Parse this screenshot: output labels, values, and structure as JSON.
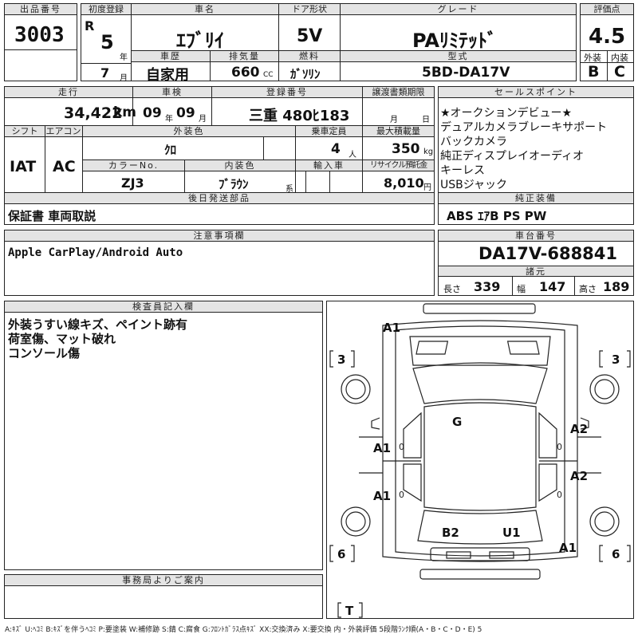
{
  "headers": {
    "lot_no": "出品番号",
    "first_reg": "初度登録",
    "car_name": "車名",
    "door_type": "ドア形状",
    "grade": "グレード",
    "score": "評価点",
    "history": "車歴",
    "displacement": "排気量",
    "fuel": "燃料",
    "model": "型式",
    "exterior": "外装",
    "interior": "内装",
    "mileage": "走行",
    "inspection": "車検",
    "reg_no": "登録番号",
    "transfer": "譲渡書類期限",
    "sales_points": "セールスポイント",
    "shift": "シフト",
    "aircon": "エアコン",
    "ext_color": "外装色",
    "capacity": "乗車定員",
    "max_load": "最大積載量",
    "color_no": "カラーNo.",
    "int_color": "内装色",
    "import": "輸入車",
    "recycle": "リサイクル預託金",
    "later_parts": "後日発送部品",
    "genuine_equipment": "純正装備",
    "notes": "注意事項欄",
    "chassis_no": "車台番号",
    "dimensions": "諸元",
    "inspector": "検査員記入欄",
    "office": "事務局よりご案内"
  },
  "car": {
    "lot_no": "3003",
    "era": "R",
    "year": "5",
    "year_unit": "年",
    "month": "7",
    "month_unit": "月",
    "name": "ｴﾌﾞﾘｲ",
    "doors": "5V",
    "grade": "PAﾘﾐﾃｯﾄﾞ",
    "score": "4.5",
    "history": "自家用",
    "displacement": "660",
    "cc": "CC",
    "fuel": "ｶﾞｿﾘﾝ",
    "model": "5BD-DA17V",
    "exterior_grade": "B",
    "interior_grade": "C",
    "mileage": "34,422",
    "mileage_unit": "km",
    "inspection_year": "09",
    "inspection_year_unit": "年",
    "inspection_month": "09",
    "inspection_month_unit": "月",
    "registration": "三重 480ﾋ183",
    "transfer_month": "月",
    "transfer_day": "日",
    "shift": "IAT",
    "aircon": "AC",
    "ext_color": "ｸﾛ",
    "capacity": "4",
    "capacity_unit": "人",
    "max_load": "350",
    "max_load_unit": "kg",
    "color_no": "ZJ3",
    "int_color": "ﾌﾞﾗｳﾝ",
    "int_color_suffix": "系",
    "recycle": "8,010",
    "recycle_unit": "円",
    "later_parts": "保証書 車両取説",
    "equipment": "ABS ｴｱB PS PW",
    "notes": "Apple CarPlay/Android Auto",
    "chassis": "DA17V-688841",
    "length_label": "長さ",
    "length": "339",
    "width_label": "幅",
    "width": "147",
    "height_label": "高さ",
    "height": "189"
  },
  "sales_points": [
    "★オークションデビュー★",
    "デュアルカメラブレーキサポート",
    "バックカメラ",
    "純正ディスプレイオーディオ",
    "キーレス",
    "USBジャック"
  ],
  "inspector_notes": [
    "外装うすい線キズ、ペイント跡有",
    "荷室傷、マット破れ",
    "コンソール傷"
  ],
  "diagram_marks": {
    "front": "A1",
    "tire_fl": "3",
    "tire_fr": "3",
    "roof": "G",
    "left_front_door": "A1",
    "right_front_door": "A2",
    "left_rear_door": "A1",
    "right_rear_door": "A2",
    "rear_left": "B2",
    "rear_right": "U1",
    "rear_corner": "A1",
    "tire_rl": "6",
    "tire_rr": "6",
    "spare": "T",
    "left_front_zero": "0",
    "left_rear_zero": "0",
    "right_front_zero": "0",
    "right_rear_zero": "0"
  },
  "legend": "A:ｷｽﾞ U:ﾍｺﾐ B:ｷｽﾞを伴うﾍｺﾐ P:要塗装 W:補修跡 S:錆 C:腐食 G:ﾌﾛﾝﾄｶﾞﾗｽ点ｷｽﾞ XX:交換済み X:要交換 内・外装評価 5段階ﾗﾝｸ順(A・B・C・D・E) 5"
}
